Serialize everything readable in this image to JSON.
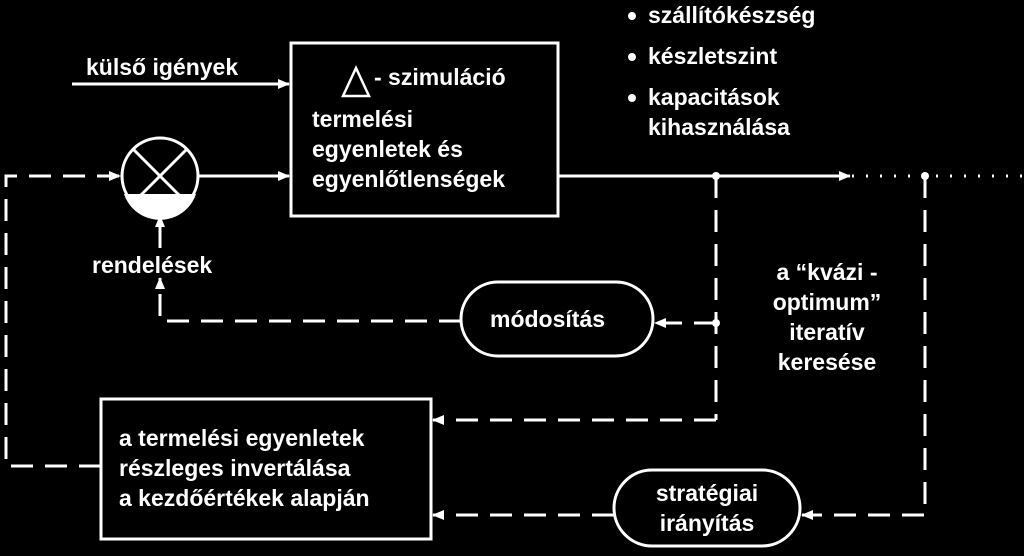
{
  "colors": {
    "background": "#000000",
    "foreground": "#ffffff"
  },
  "labels": {
    "external_demand": "külső igények",
    "orders": "rendelések",
    "simulation_suffix": "- szimuláció",
    "production_box": [
      "termelési",
      "egyenletek és",
      "egyenlőtlenségek"
    ],
    "outputs": [
      "szállítókészség",
      "készletszint",
      "kapacitások",
      "kihasználása"
    ],
    "modification": "módosítás",
    "quasi_optimum": [
      "a “kvázi -",
      "optimum”",
      "iteratív",
      "keresése"
    ],
    "inversion_box": [
      "a termelési egyenletek",
      "részleges invertálása",
      "a kezdőértékek alapján"
    ],
    "strategic_control": [
      "stratégiai",
      "irányítás"
    ]
  },
  "icons": {
    "delta": "triangle-icon",
    "summing_junction": "summing-junction-icon",
    "bullet": "bullet-icon"
  }
}
